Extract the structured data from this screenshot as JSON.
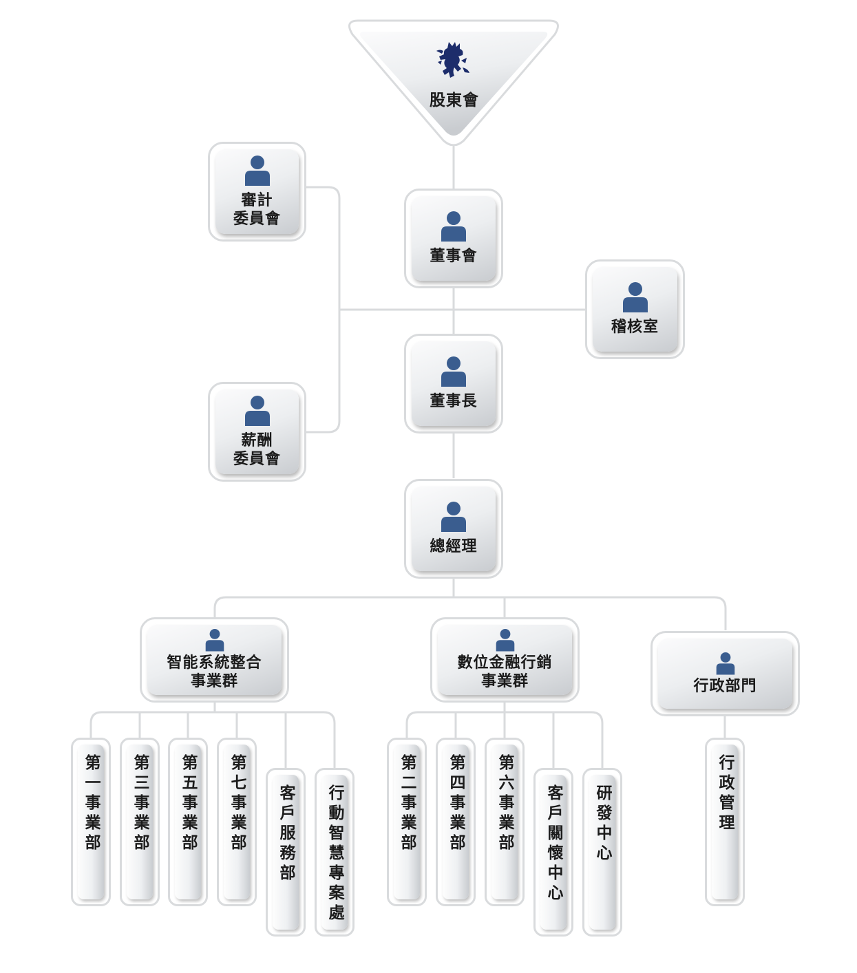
{
  "shareholders": {
    "label": "股東會",
    "logo_icon": "lion-logo-icon"
  },
  "board": {
    "label": "董事會",
    "icon": "person-icon"
  },
  "audit_committee": {
    "label_line1": "審計",
    "label_line2": "委員會",
    "icon": "person-icon"
  },
  "remuneration_committee": {
    "label_line1": "薪酬",
    "label_line2": "委員會",
    "icon": "person-icon"
  },
  "internal_audit": {
    "label": "稽核室",
    "icon": "person-icon"
  },
  "chairman": {
    "label": "董事長",
    "icon": "person-icon"
  },
  "general_manager": {
    "label": "總經理",
    "icon": "person-icon"
  },
  "groups": [
    {
      "label_line1": "智能系統整合",
      "label_line2": "事業群",
      "icon": "person-icon",
      "departments": [
        "第一事業部",
        "第三事業部",
        "第五事業部",
        "第七事業部",
        "客戶服務部",
        "行動智慧專案處"
      ]
    },
    {
      "label_line1": "數位金融行銷",
      "label_line2": "事業群",
      "icon": "person-icon",
      "departments": [
        "第二事業部",
        "第四事業部",
        "第六事業部",
        "客戶關懷中心",
        "研發中心"
      ]
    },
    {
      "label_line1": "行政部門",
      "label_line2": "",
      "icon": "person-icon",
      "departments": [
        "行政管理"
      ]
    }
  ],
  "colors": {
    "icon": "#3a5d8f",
    "logo": "#1d2d6b",
    "connector": "#d9dbdd",
    "box_border": "#d9dbdd"
  }
}
